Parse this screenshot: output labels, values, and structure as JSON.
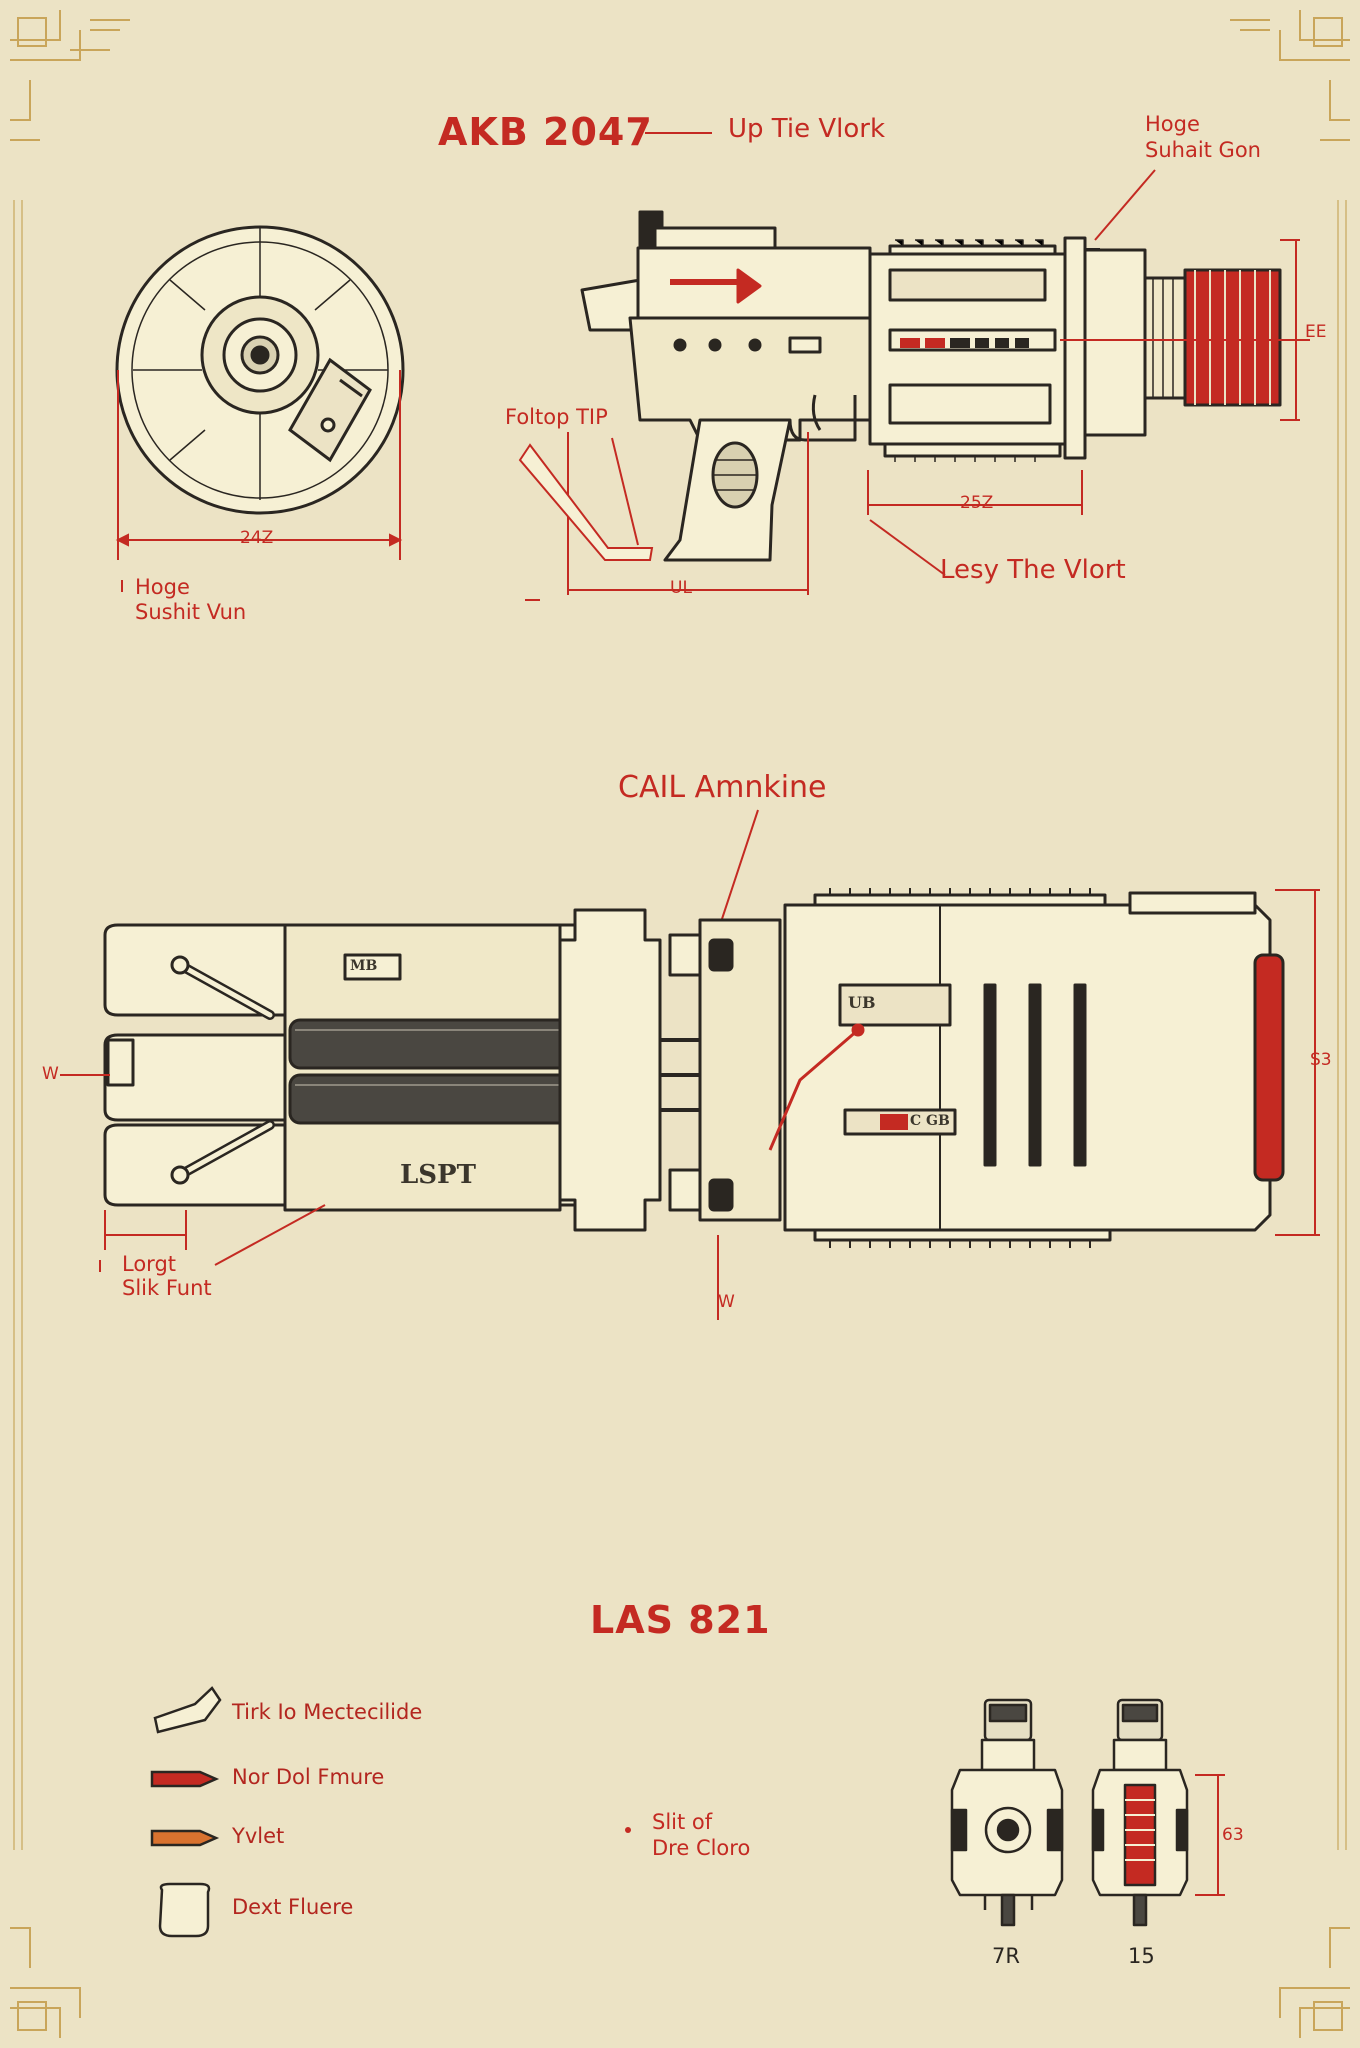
{
  "colors": {
    "paper": "#ece3c5",
    "ink": "#2a2621",
    "accent_red": "#c42a22",
    "body_fill": "#f6f0d4",
    "gold_trim": "#c9a55a",
    "orange": "#d9722f"
  },
  "section1": {
    "title": "AKB 2047",
    "title_note": "Up Tie Vlork",
    "callout_top_right": [
      "Hoge",
      "Suhait Gon"
    ],
    "callout_trigger": "Foltop TIP",
    "callout_bottom_right": "Lesy The Vlort",
    "callout_drum": [
      "Hoge",
      "Sushit Vun"
    ],
    "dim_drum_width": "24Z",
    "dim_grip": "UL",
    "dim_barrel": "25Z",
    "dim_height": "EE"
  },
  "section2": {
    "title": "CAIL Amnkine",
    "left_tick": "W",
    "side_marking": "LSPT",
    "callout_bottom_left": [
      "Lorgt",
      "Slik Funt"
    ],
    "dim_bottom": "W",
    "dim_right": "S3",
    "panel_a": "MB",
    "panel_b": "UB",
    "panel_c": "C GB"
  },
  "section3": {
    "title": "LAS 821",
    "legend": [
      {
        "icon": "outline-round-icon",
        "label": "Tirk Io Mectecilide"
      },
      {
        "icon": "red-round-icon",
        "label": "Nor Dol Fmure"
      },
      {
        "icon": "orange-round-icon",
        "label": "Yvlet"
      },
      {
        "icon": "casing-icon",
        "label": "Dext Fluere"
      }
    ],
    "center_note": [
      "Slit of",
      "Dre Cloro"
    ],
    "front_view_label": "7R",
    "side_view_label": "15",
    "dim_side": "63"
  }
}
